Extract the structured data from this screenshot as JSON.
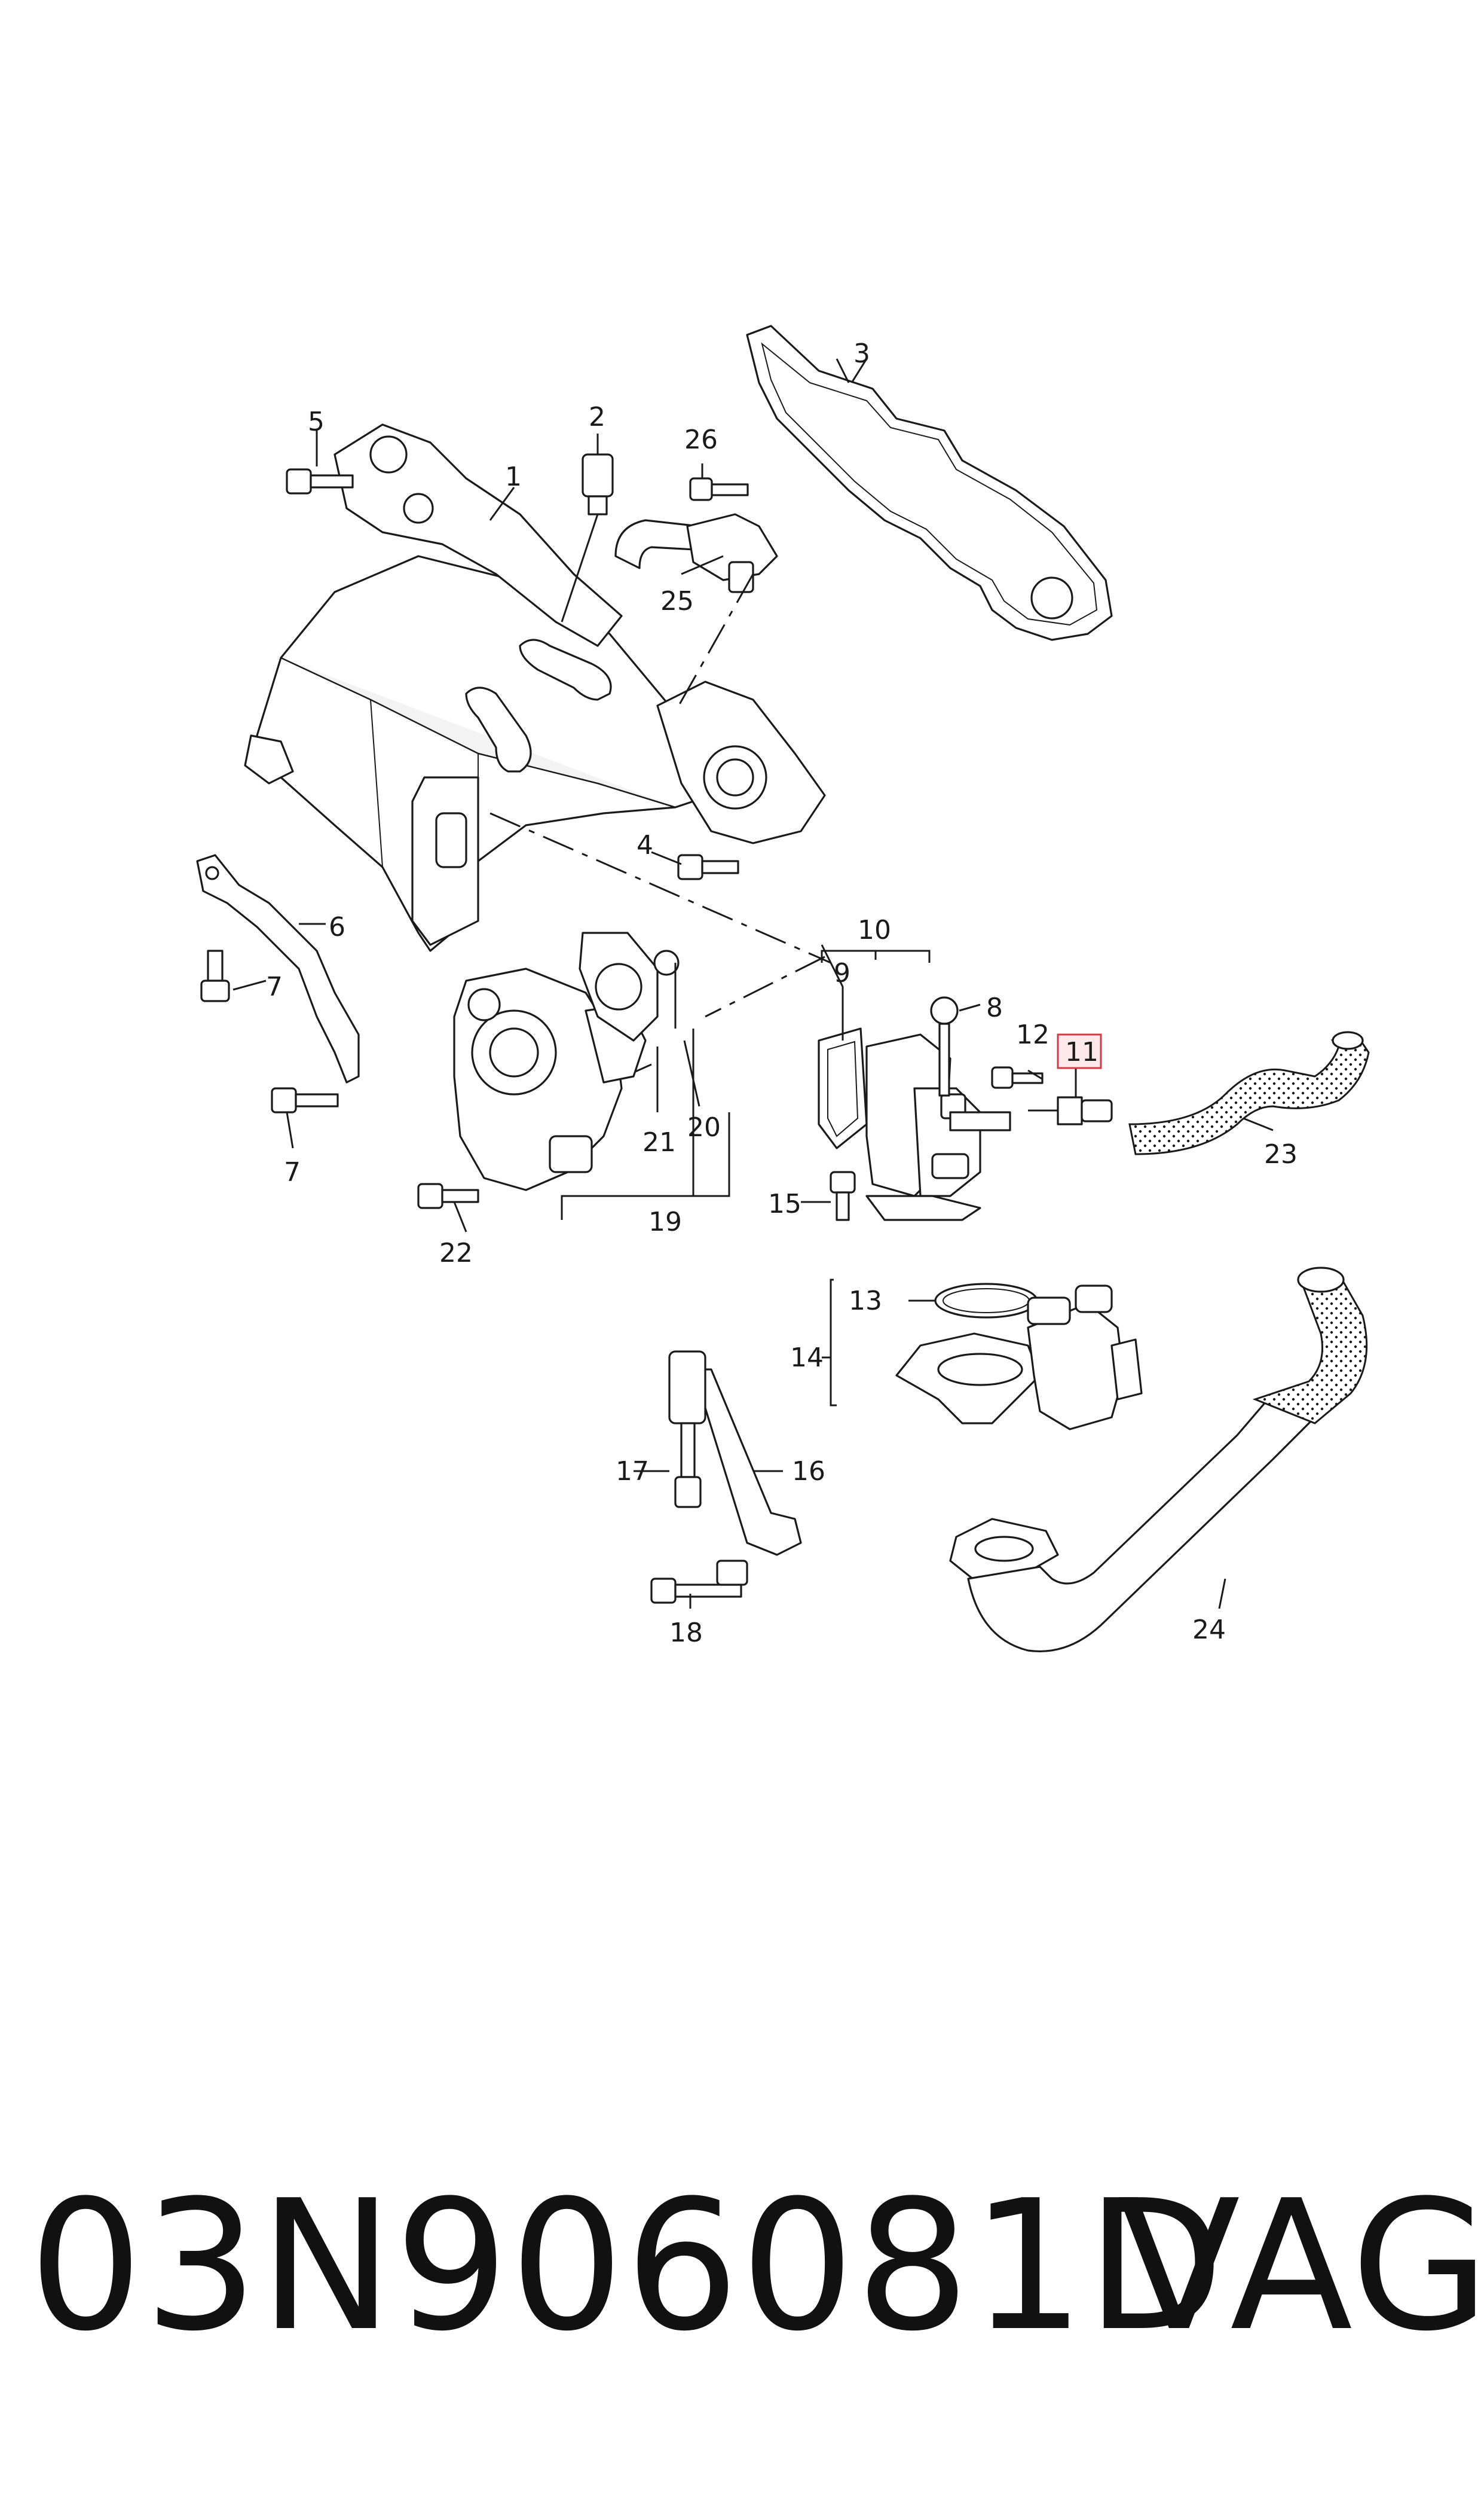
{
  "callouts": [
    {
      "id": "c1",
      "label": "1"
    },
    {
      "id": "c2",
      "label": "2"
    },
    {
      "id": "c3",
      "label": "3"
    },
    {
      "id": "c4",
      "label": "4"
    },
    {
      "id": "c5",
      "label": "5"
    },
    {
      "id": "c6",
      "label": "6"
    },
    {
      "id": "c7a",
      "label": "7"
    },
    {
      "id": "c7b",
      "label": "7"
    },
    {
      "id": "c8",
      "label": "8"
    },
    {
      "id": "c9",
      "label": "9"
    },
    {
      "id": "c10",
      "label": "10"
    },
    {
      "id": "c11",
      "label": "11",
      "highlighted": true
    },
    {
      "id": "c12",
      "label": "12"
    },
    {
      "id": "c13",
      "label": "13"
    },
    {
      "id": "c14",
      "label": "14"
    },
    {
      "id": "c15",
      "label": "15"
    },
    {
      "id": "c16",
      "label": "16"
    },
    {
      "id": "c17",
      "label": "17"
    },
    {
      "id": "c18",
      "label": "18"
    },
    {
      "id": "c19",
      "label": "19"
    },
    {
      "id": "c20",
      "label": "20"
    },
    {
      "id": "c21",
      "label": "21"
    },
    {
      "id": "c22",
      "label": "22"
    },
    {
      "id": "c23",
      "label": "23"
    },
    {
      "id": "c24",
      "label": "24"
    },
    {
      "id": "c25",
      "label": "25"
    },
    {
      "id": "c26",
      "label": "26"
    }
  ],
  "footer": {
    "part_number": "03N906081D",
    "brand": "VAG"
  },
  "colors": {
    "line": "#1a1a1a",
    "highlight_fill": "#fde9ea",
    "highlight_stroke": "#d33a45",
    "background": "#ffffff"
  }
}
